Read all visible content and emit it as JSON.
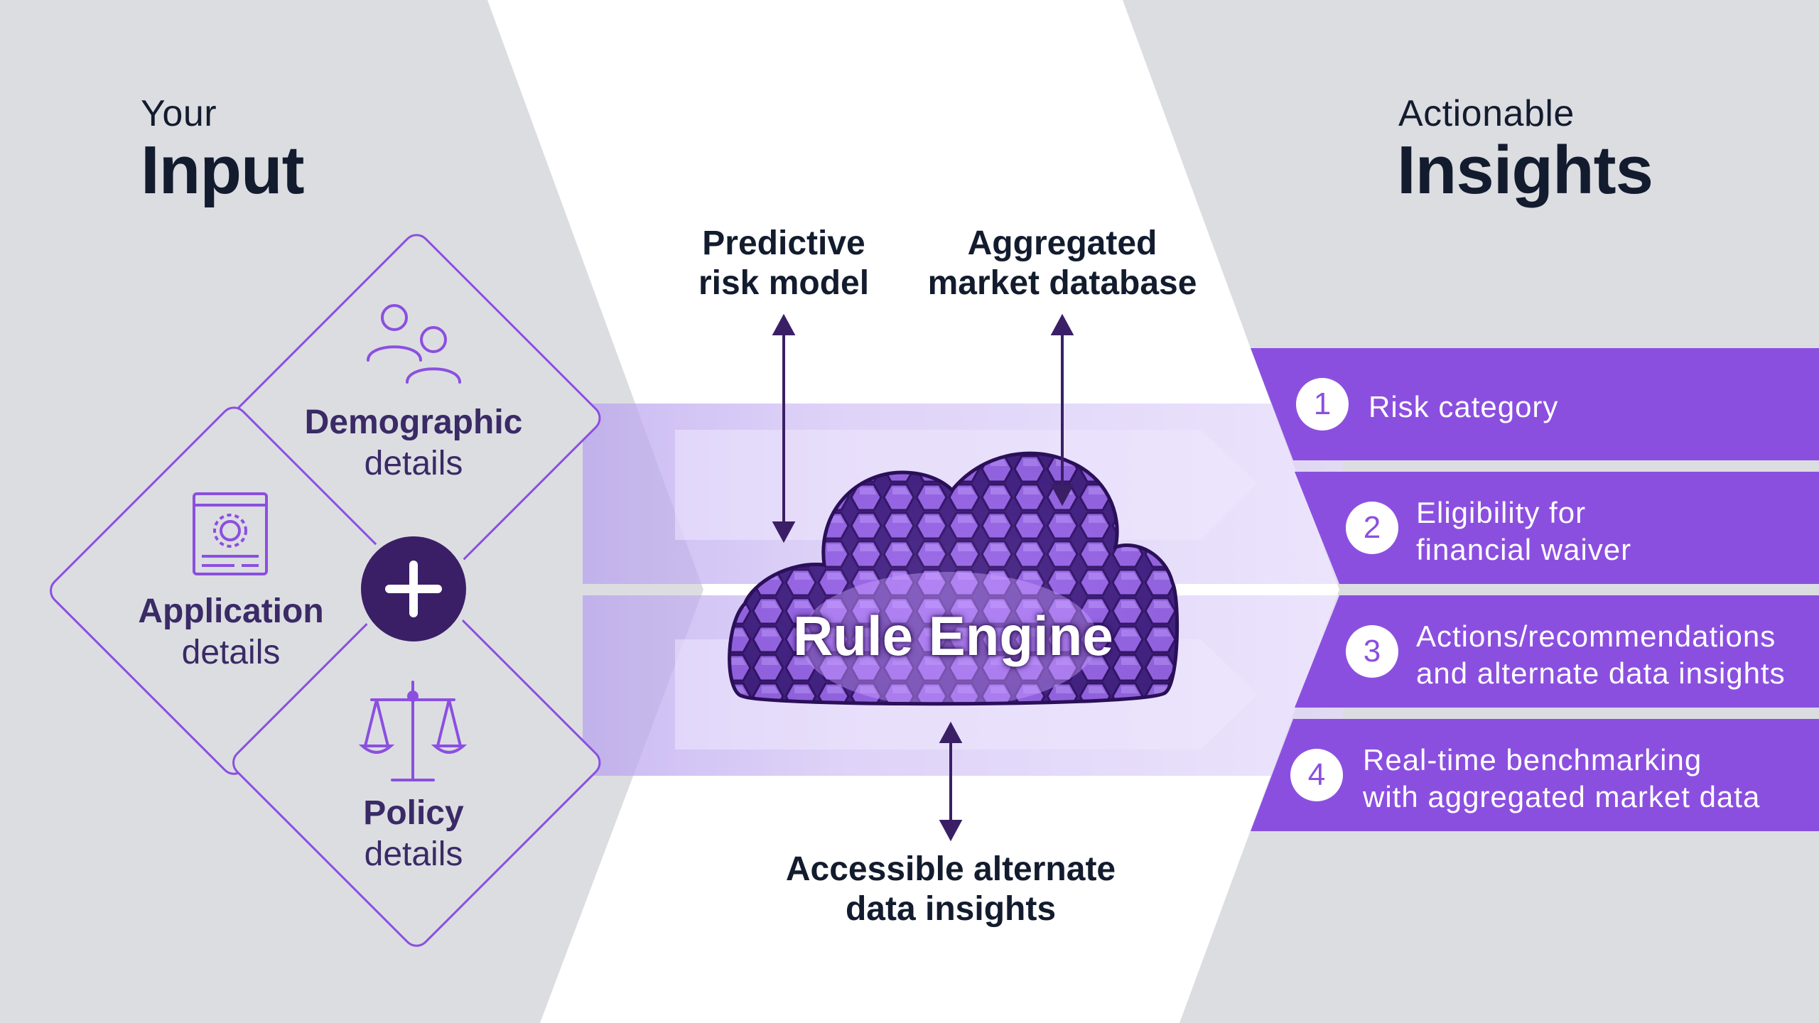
{
  "input": {
    "heading_small": "Your",
    "heading_big": "Input",
    "items": [
      {
        "title": "Demographic",
        "subtitle": "details",
        "icon": "people-icon"
      },
      {
        "title": "Application",
        "subtitle": "details",
        "icon": "application-form-gear-icon"
      },
      {
        "title": "Policy",
        "subtitle": "details",
        "icon": "scales-icon"
      }
    ],
    "combine_icon": "plus-icon"
  },
  "engine": {
    "title": "Rule Engine",
    "sources": [
      {
        "line1": "Predictive",
        "line2": "risk model"
      },
      {
        "line1": "Aggregated",
        "line2": "market database"
      },
      {
        "line1": "Accessible alternate",
        "line2": "data insights"
      }
    ]
  },
  "output": {
    "heading_small": "Actionable",
    "heading_big": "Insights",
    "items": [
      {
        "number": "1",
        "line1": "Risk category",
        "line2": ""
      },
      {
        "number": "2",
        "line1": "Eligibility for",
        "line2": "financial waiver"
      },
      {
        "number": "3",
        "line1": "Actions/recommendations",
        "line2": "and alternate data insights"
      },
      {
        "number": "4",
        "line1": "Real-time benchmarking",
        "line2": "with aggregated market data"
      }
    ]
  },
  "colors": {
    "background_gray": "#dcdde1",
    "accent_purple": "#8b4fe0",
    "dark_purple": "#3a1f66",
    "flow_lavender": "#d6c7f5",
    "text_navy": "#131c2e"
  }
}
